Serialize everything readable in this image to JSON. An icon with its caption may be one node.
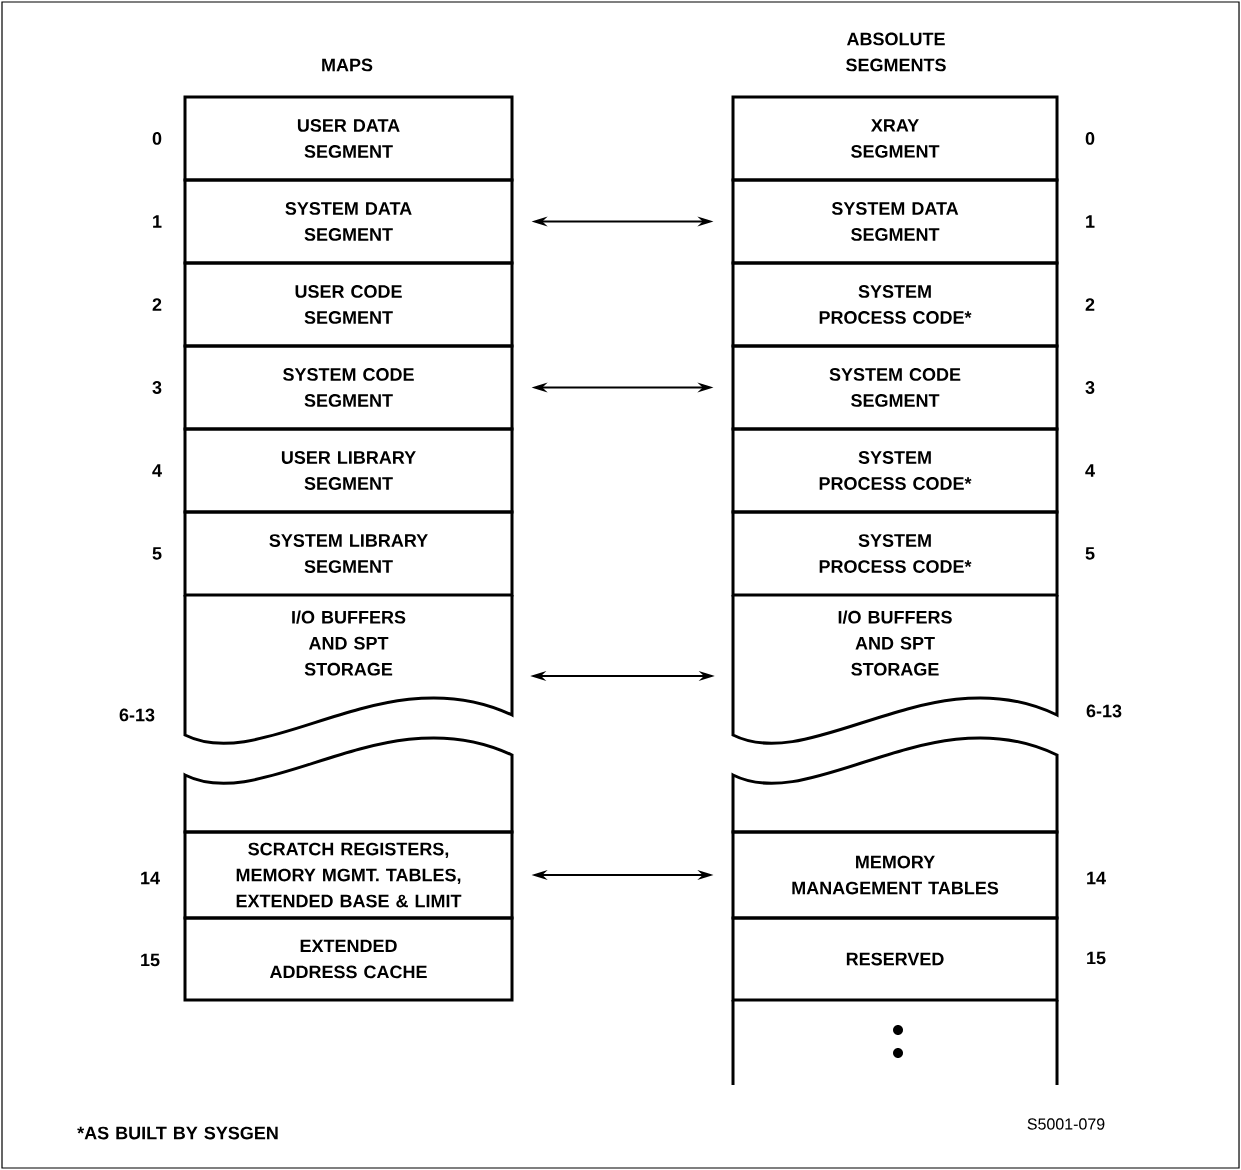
{
  "diagram": {
    "nodes": [
      {
        "text": [
          "USER DATA SEGMENT"
        ],
        "beside": [
          "0"
        ]
      },
      {
        "text": [
          "SYSTEM DATA SEGMENT"
        ],
        "beside": [
          "1"
        ]
      },
      {
        "text": [
          "USER CODE SEGMENT"
        ],
        "beside": [
          "2"
        ]
      },
      {
        "text": [
          "SYSTEM CODE SEGMENT"
        ],
        "beside": [
          "3"
        ]
      },
      {
        "text": [
          "USER LIBRARY SEGMENT"
        ],
        "beside": [
          "4"
        ]
      },
      {
        "text": [
          "SYSTEM LIBRARY SEGMENT"
        ],
        "beside": [
          "5"
        ]
      },
      {
        "text": [
          "I/O BUFFERS AND SPT STORAGE"
        ],
        "beside": [
          "6-13"
        ]
      },
      {
        "text": [
          "SCRATCH REGISTERS, MEMORY MGMT. TABLES, EXTENDED BASE & LIMIT"
        ],
        "beside": [
          "14"
        ]
      },
      {
        "text": [
          "EXTENDED ADDRESS CACHE"
        ],
        "beside": [
          "15"
        ]
      },
      {
        "text": [
          "XRAY SEGMENT"
        ],
        "beside": [
          "0"
        ]
      },
      {
        "text": [
          "SYSTEM DATA SEGMENT"
        ],
        "beside": [
          "1"
        ]
      },
      {
        "text": [
          "SYSTEM PROCESS CODE*"
        ],
        "beside": [
          "2"
        ]
      },
      {
        "text": [
          "SYSTEM CODE SEGMENT"
        ],
        "beside": [
          "3"
        ]
      },
      {
        "text": [
          "SYSTEM PROCESS CODE*"
        ],
        "beside": [
          "4"
        ]
      },
      {
        "text": [
          "SYSTEM PROCESS CODE*"
        ],
        "beside": [
          "5"
        ]
      },
      {
        "text": [
          "I/O BUFFERS AND SPT STORAGE"
        ],
        "beside": [
          "6-13"
        ]
      },
      {
        "text": [
          "MEMORY MANAGEMENT TABLES"
        ],
        "beside": [
          "14"
        ]
      },
      {
        "text": [
          "RESERVED"
        ],
        "beside": [
          "15"
        ]
      }
    ],
    "edges": [
      {
        "from": 1,
        "to": 10,
        "arrow": "both"
      },
      {
        "from": 3,
        "to": 12,
        "arrow": "both"
      },
      {
        "from": 6,
        "to": 15,
        "arrow": "both"
      },
      {
        "from": 7,
        "to": 16,
        "arrow": "both"
      }
    ],
    "labels": [
      "MAPS",
      "ABSOLUTE SEGMENTS",
      "*AS BUILT BY SYSGEN",
      "S5001-079"
    ]
  }
}
